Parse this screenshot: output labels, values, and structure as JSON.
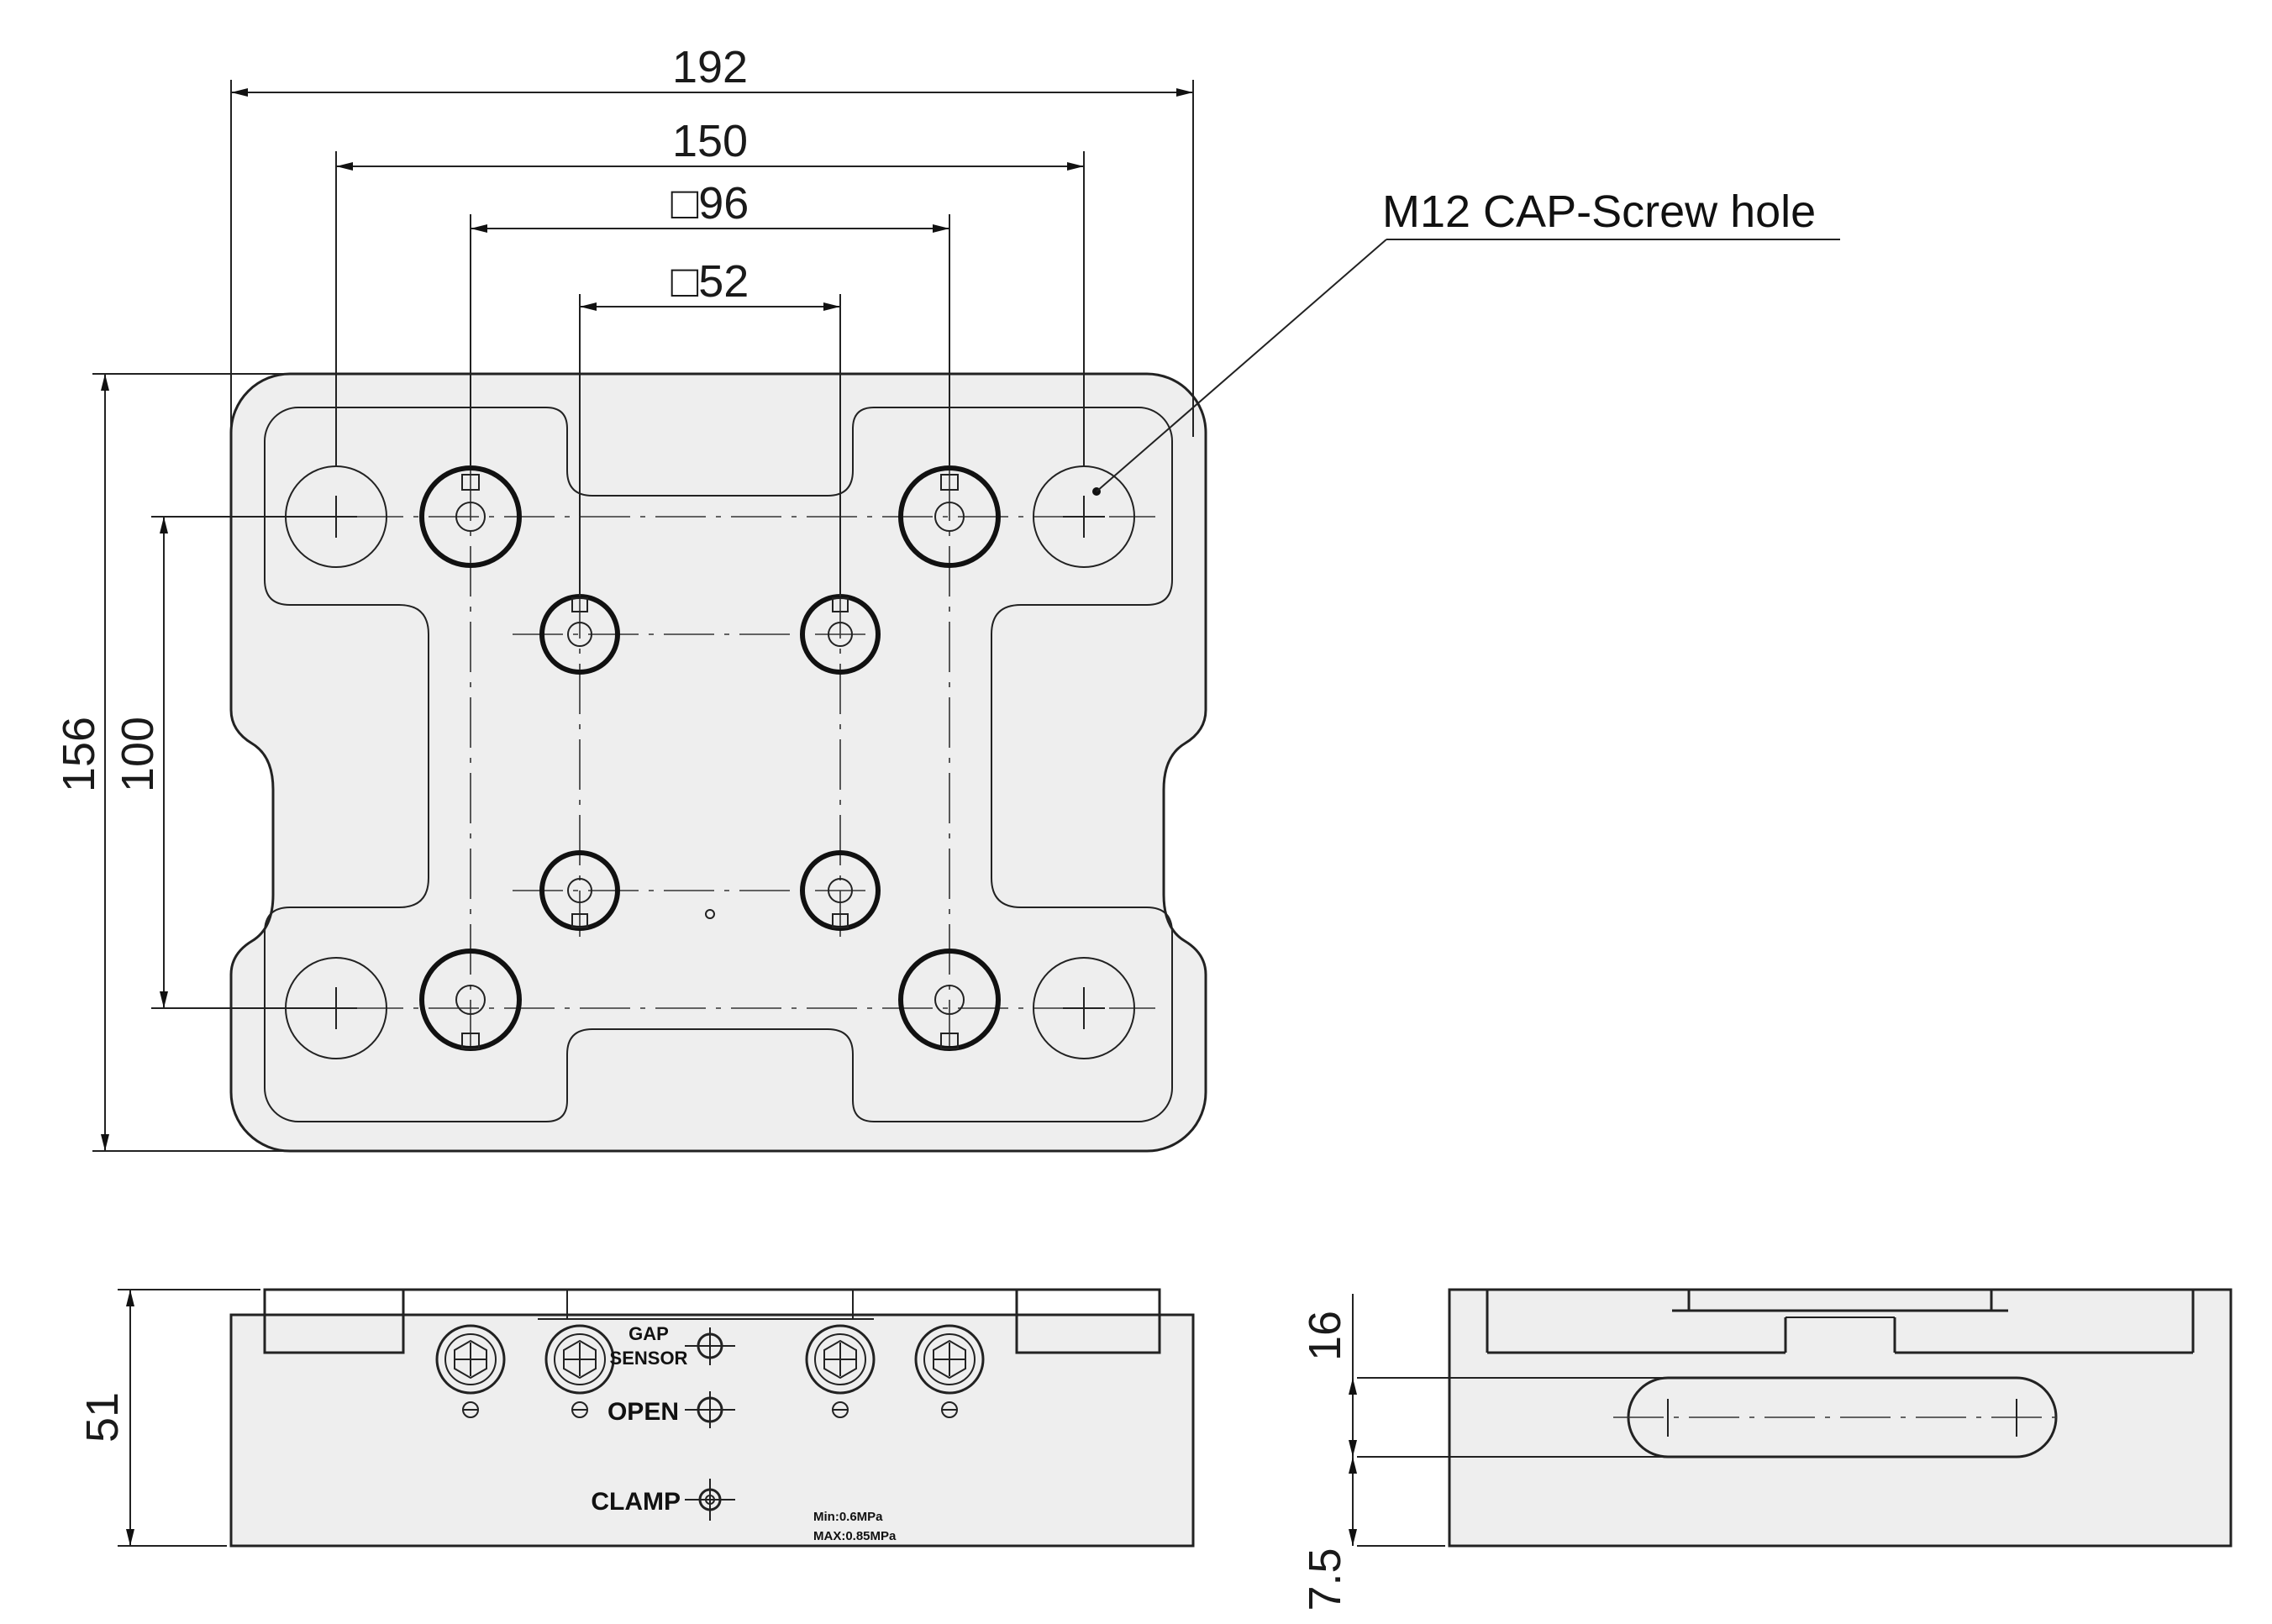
{
  "dimensions": {
    "width_overall": "192",
    "hole_spacing_x": "150",
    "square_outer": "□96",
    "square_inner": "□52",
    "height_overall": "156",
    "hole_spacing_y": "100",
    "side_height": "51",
    "slot_offset": "16",
    "slot_bottom": "7.5"
  },
  "callout": {
    "hole_note": "M12 CAP-Screw hole"
  },
  "ports": {
    "gap_line1": "GAP",
    "gap_line2": "SENSOR",
    "open": "OPEN",
    "clamp": "CLAMP"
  },
  "pressure": {
    "min": "Min:0.6MPa",
    "max": "MAX:0.85MPa"
  }
}
